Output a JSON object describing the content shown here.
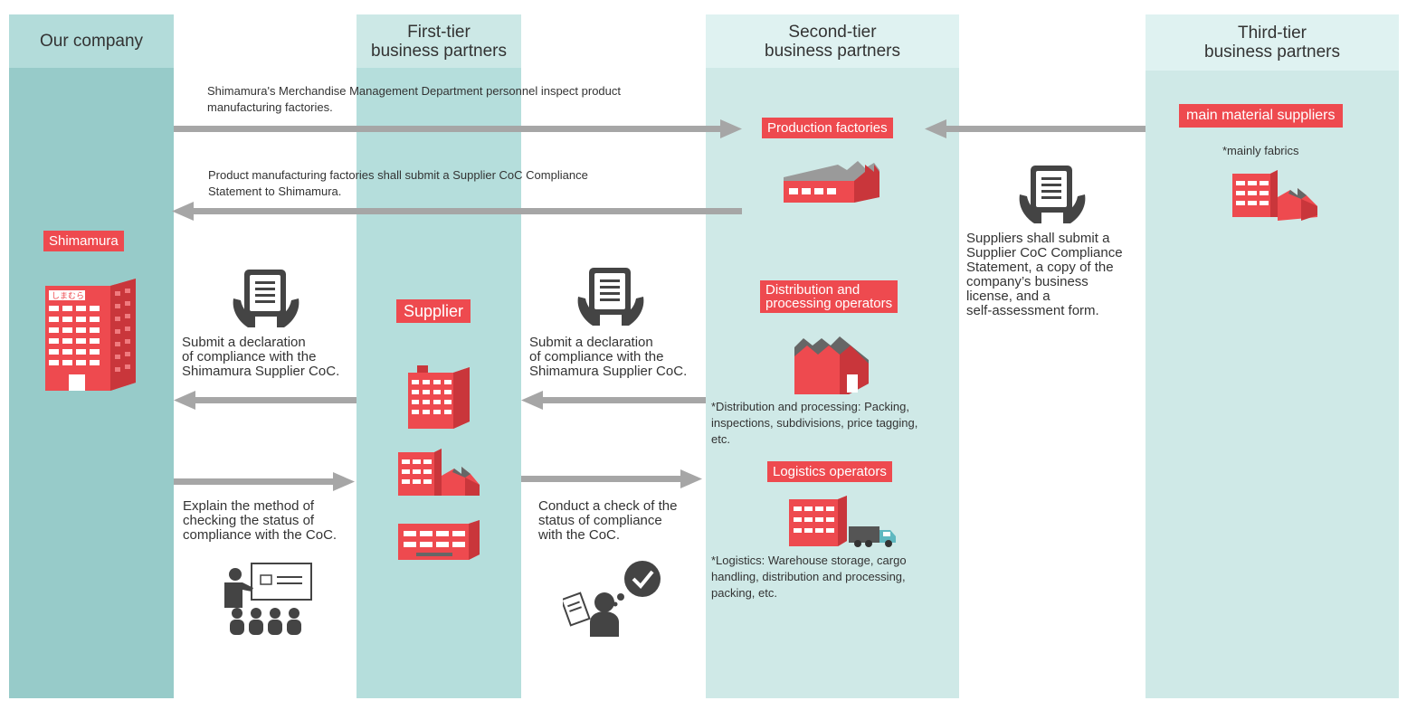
{
  "columns": {
    "our_company": "Our company",
    "first_tier": "First-tier\nbusiness partners",
    "second_tier": "Second-tier\nbusiness partners",
    "third_tier": "Third-tier\nbusiness partners"
  },
  "our_company": {
    "label": "Shimamura",
    "building_sign": "しまむら"
  },
  "first_tier": {
    "label": "Supplier"
  },
  "second_tier": {
    "production_label": "Production factories",
    "distribution_label": "Distribution and\nprocessing operators",
    "distribution_note": "*Distribution and processing: Packing,\n  inspections, subdivisions, price tagging,\n  etc.",
    "logistics_label": "Logistics operators",
    "logistics_note": "*Logistics: Warehouse storage, cargo\n  handling, distribution and processing,\n  packing, etc."
  },
  "third_tier": {
    "label": "main material suppliers",
    "note": "*mainly fabrics",
    "submit_text": "Suppliers shall submit a\nSupplier CoC Compliance\nStatement, a copy of the\ncompany’s business\nlicense, and a\nself-assessment form."
  },
  "flows": {
    "inspect_text": "Shimamura's Merchandise Management Department personnel inspect product\nmanufacturing factories.",
    "submit_statement_text": "Product manufacturing factories shall submit a Supplier CoC Compliance\nStatement to Shimamura.",
    "declaration_left": "Submit a declaration\nof compliance with the\nShimamura Supplier CoC.",
    "declaration_right": "Submit a declaration\nof compliance with the\nShimamura Supplier CoC.",
    "explain_text": "Explain the method of\nchecking the status of\ncompliance with the CoC.",
    "check_text": "Conduct a check of the\nstatus of compliance\nwith the CoC."
  },
  "colors": {
    "our_company_head": "#b3dcda",
    "our_company_body": "#97cbc9",
    "first_tier_head": "#cce8e6",
    "first_tier_body": "#b5dedc",
    "second_tier_head": "#dff2f1",
    "second_tier_body": "#cfe9e7",
    "third_tier_head": "#dff2f1",
    "third_tier_body": "#cfe9e7",
    "accent_red": "#ee4a4f",
    "arrow_gray": "#a6a6a6",
    "icon_dark": "#444444"
  },
  "icons": {
    "document": "document-in-hands-icon",
    "building": "office-building-icon",
    "factory": "factory-icon",
    "warehouse": "warehouse-icon",
    "truck": "truck-icon",
    "presentation": "presentation-audience-icon",
    "inspector": "inspector-checkmark-icon"
  }
}
